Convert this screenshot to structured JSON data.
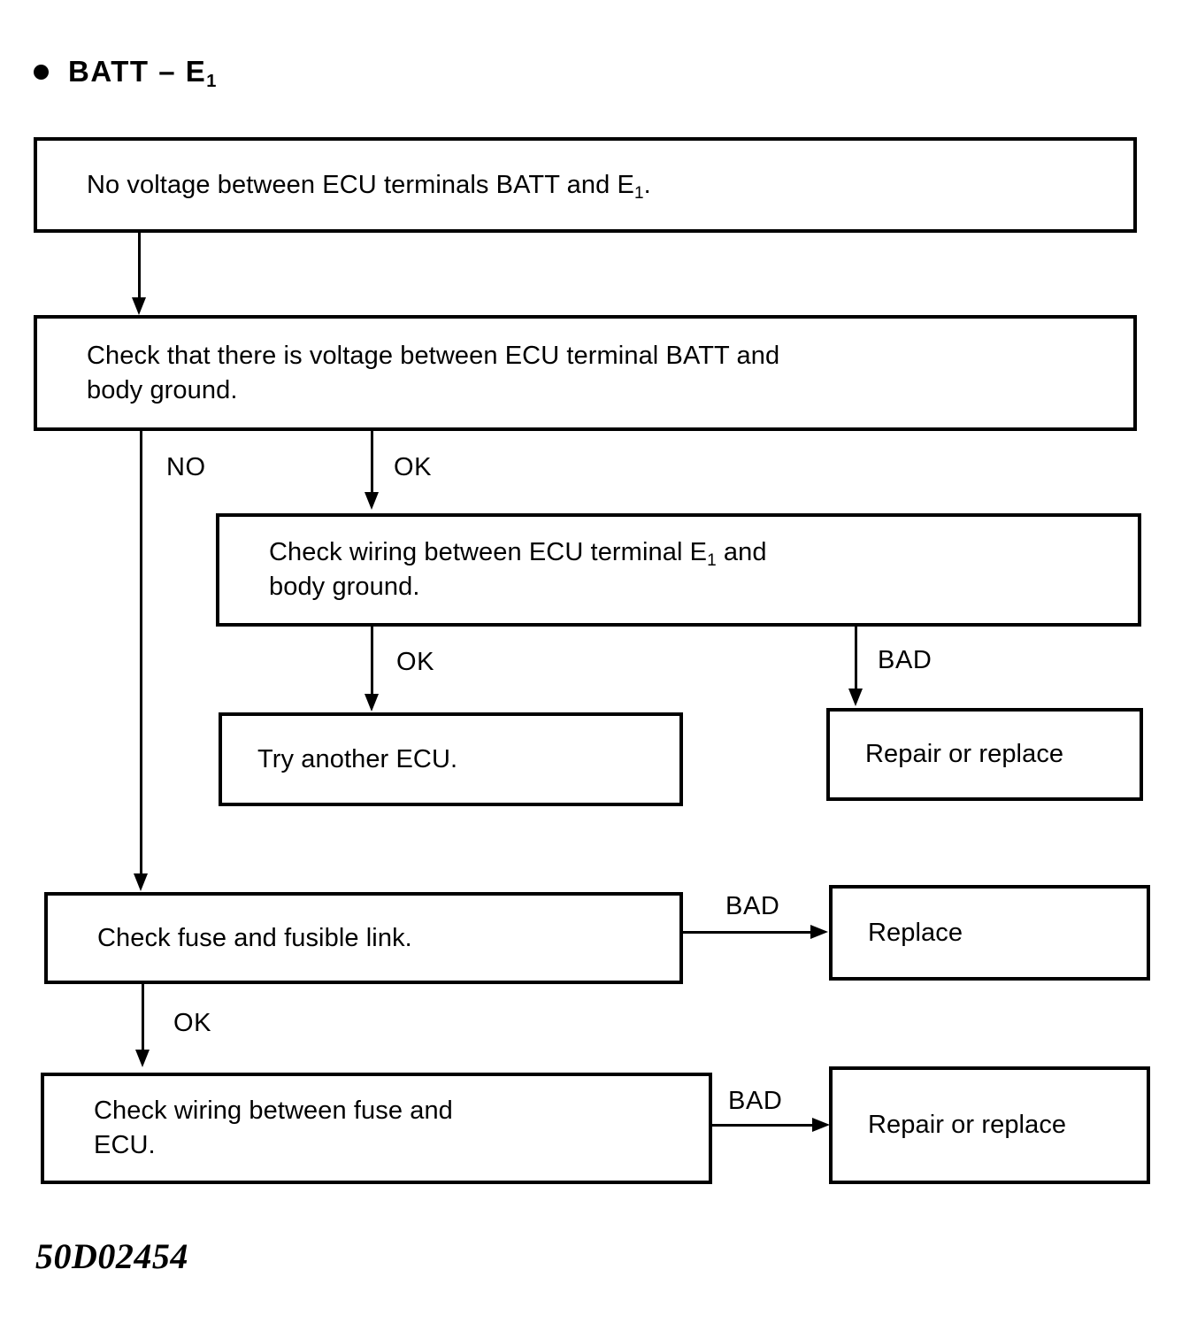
{
  "figure": {
    "title_prefix": "BATT – E",
    "title_subscript": "1",
    "bullet_icon": "bullet-dot",
    "code": "50D02454"
  },
  "nodes": {
    "no_voltage": {
      "text_before": "No voltage between ECU terminals BATT and E",
      "subscript": "1",
      "text_after": "."
    },
    "check_batt_voltage": {
      "line1": "Check that there is voltage between ECU terminal BATT and",
      "line2": "body ground."
    },
    "check_wiring_e1": {
      "line1_before": "Check wiring between ECU terminal E",
      "line1_subscript": "1",
      "line1_after": " and",
      "line2": "body ground."
    },
    "try_another_ecu": {
      "text": "Try another ECU."
    },
    "repair_or_replace_1": {
      "text": "Repair or replace"
    },
    "check_fuse": {
      "text": "Check fuse and fusible link."
    },
    "replace": {
      "text": "Replace"
    },
    "check_wiring_fuse_ecu": {
      "line1": "Check wiring between fuse and",
      "line2": "ECU."
    },
    "repair_or_replace_2": {
      "text": "Repair or replace"
    }
  },
  "edges": {
    "no": "NO",
    "ok_1": "OK",
    "ok_2": "OK",
    "ok_3": "OK",
    "bad_1": "BAD",
    "bad_2": "BAD",
    "bad_3": "BAD"
  },
  "colors": {
    "ink": "#000000",
    "paper": "#ffffff"
  }
}
